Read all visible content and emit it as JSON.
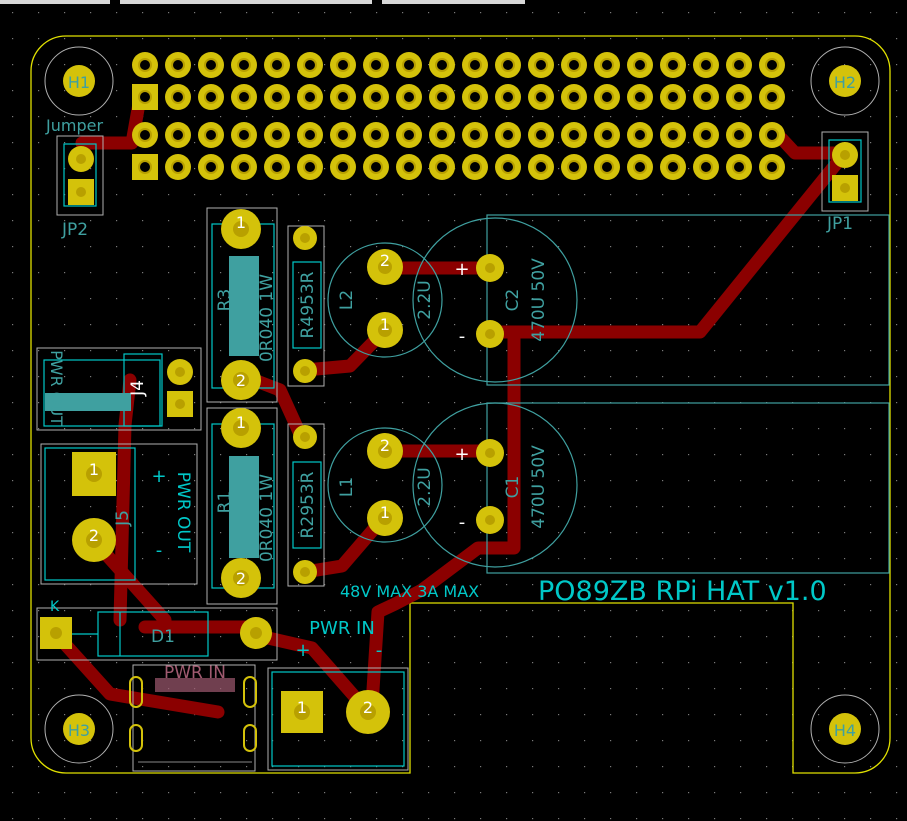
{
  "colors": {
    "background": "#000000",
    "grid": "#7a7a7a",
    "copper": "#8b0000",
    "pad": "#d4c20a",
    "drill": "#b8a000",
    "outline": "#e0e000",
    "fab": "#3fa0a0",
    "silk": "#00c8c8",
    "courtyard": "#b0b0b0",
    "pin_label": "#3c3c3c",
    "silk_mark": "#a05a70"
  },
  "board_title": "PO89ZB RPi HAT v1.0",
  "rating_note": "48V MAX 3A MAX",
  "mounting_holes": [
    "H1",
    "H2",
    "H3",
    "H4"
  ],
  "components": {
    "jp2": {
      "ref": "JP2",
      "value": "Jumper"
    },
    "jp1": {
      "ref": "JP1"
    },
    "r3": {
      "ref": "R3",
      "value": "0R040 1W"
    },
    "r4": {
      "ref": "R4953R"
    },
    "l2": {
      "ref": "L2",
      "value": "2.2U"
    },
    "c2": {
      "ref": "C2",
      "value": "470U 50V"
    },
    "r1": {
      "ref": "R1",
      "value": "0R040 1W"
    },
    "r2": {
      "ref": "R2953R"
    },
    "l1": {
      "ref": "L1",
      "value": "2.2U"
    },
    "c1": {
      "ref": "C1",
      "value": "470U 50V"
    },
    "j4": {
      "ref": "J4",
      "value": "PWR OUT"
    },
    "j5": {
      "ref": "J5",
      "value": "PWR OUT"
    },
    "d1": {
      "ref": "D1",
      "value": "K"
    },
    "pwr_in_silk": {
      "value": "PWR IN"
    },
    "pwr_in_fab": {
      "value": "PWR IN"
    }
  },
  "polarity": {
    "plus": "+",
    "minus": "-"
  },
  "pin_numbers": {
    "one": "1",
    "two": "2"
  }
}
